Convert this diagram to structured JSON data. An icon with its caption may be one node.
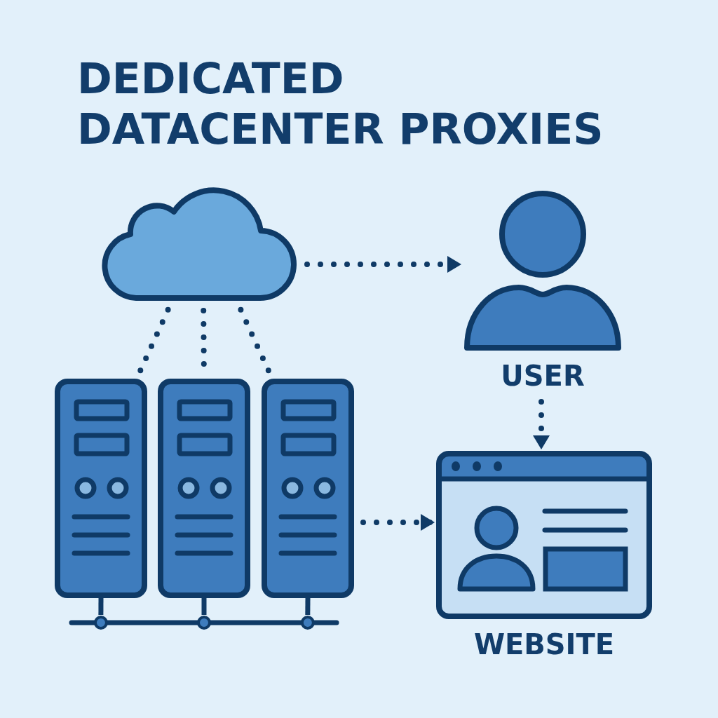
{
  "diagram": {
    "title": "DEDICATED DATACENTER PROXIES",
    "nodes": [
      {
        "text": [],
        "shape": "cloud"
      },
      {
        "text": [
          "USER"
        ]
      },
      {
        "text": [],
        "shape": "picture"
      },
      {
        "text": [],
        "shape": "picture"
      },
      {
        "text": [],
        "shape": "picture"
      },
      {
        "text": [],
        "shape": "bar"
      },
      {
        "text": [
          "WEBSITE"
        ]
      }
    ],
    "edges": [
      {
        "from": 0,
        "to": 1,
        "arrow": "to",
        "style": "dashed"
      },
      {
        "from": 0,
        "to": 2,
        "arrow": "none",
        "style": "dashed"
      },
      {
        "from": 0,
        "to": 3,
        "arrow": "none",
        "style": "dashed"
      },
      {
        "from": 0,
        "to": 4,
        "arrow": "none",
        "style": "dashed"
      },
      {
        "from": 1,
        "to": 6,
        "arrow": "to",
        "style": "dashed"
      },
      {
        "from": 4,
        "to": 6,
        "arrow": "to",
        "style": "dashed"
      },
      {
        "from": 2,
        "to": 5,
        "arrow": "none"
      },
      {
        "from": 3,
        "to": 5,
        "arrow": "none"
      },
      {
        "from": 4,
        "to": 5,
        "arrow": "none"
      }
    ]
  }
}
